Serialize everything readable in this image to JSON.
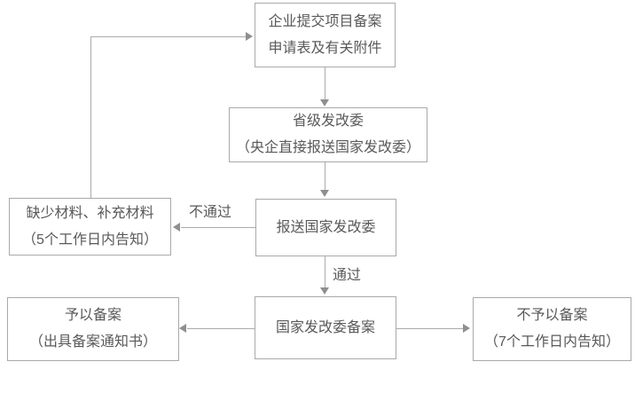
{
  "diagram": {
    "type": "flowchart",
    "background_color": "#ffffff",
    "box_border_color": "#a9a9a9",
    "text_color": "#595959",
    "arrow_color": "#ababab",
    "nodes": {
      "submit": {
        "lines": [
          "企业提交项目备案",
          "申请表及有关附件"
        ]
      },
      "provincial": {
        "lines": [
          "省级发改委",
          "（央企直接报送国家发改委）"
        ]
      },
      "report": {
        "lines": [
          "报送国家发改委"
        ]
      },
      "missing": {
        "lines": [
          "缺少材料、补充材料",
          "（5个工作日内告知）"
        ]
      },
      "ndrc": {
        "lines": [
          "国家发改委备案"
        ]
      },
      "approved": {
        "lines": [
          "予以备案",
          "（出具备案通知书）"
        ]
      },
      "rejected": {
        "lines": [
          "不予以备案",
          "（7个工作日内告知）"
        ]
      }
    },
    "edge_labels": {
      "fail": "不通过",
      "pass": "通过"
    },
    "edges": [
      {
        "from": "submit",
        "to": "provincial",
        "label": ""
      },
      {
        "from": "provincial",
        "to": "report",
        "label": ""
      },
      {
        "from": "report",
        "to": "missing",
        "label": "不通过"
      },
      {
        "from": "missing",
        "to": "submit",
        "label": ""
      },
      {
        "from": "report",
        "to": "ndrc",
        "label": "通过"
      },
      {
        "from": "ndrc",
        "to": "approved",
        "label": ""
      },
      {
        "from": "ndrc",
        "to": "rejected",
        "label": ""
      }
    ]
  }
}
